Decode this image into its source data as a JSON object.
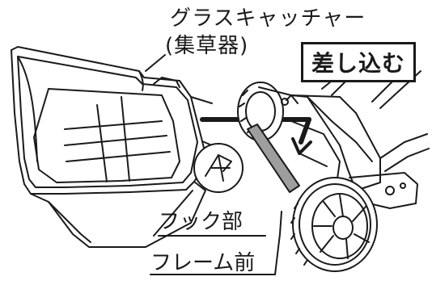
{
  "labels": {
    "grass_catcher": "グラスキャッチャー",
    "grass_catcher_sub": "(集草器)",
    "insert": "差し込む",
    "hook_part": "フック部",
    "frame_front": "フレーム前"
  },
  "colors": {
    "line": "#1a1a1a",
    "frame_fill": "#9e9e9e",
    "background": "#ffffff"
  }
}
